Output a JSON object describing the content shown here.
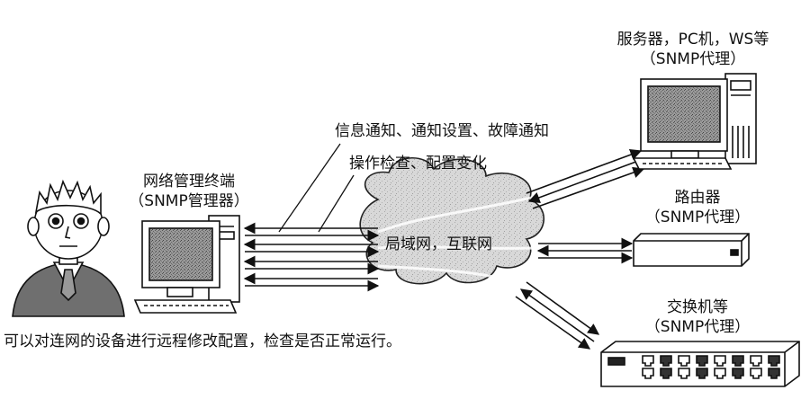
{
  "labels": {
    "server_name": "服务器，PC机，WS等",
    "server_agent": "（SNMP代理）",
    "terminal_name": "网络管理终端",
    "terminal_manager": "（SNMP管理器）",
    "router_name": "路由器",
    "router_agent": "（SNMP代理）",
    "switch_name": "交换机等",
    "switch_agent": "（SNMP代理）",
    "cloud_label": "局域网，互联网",
    "notify_label": "信息通知、通知设置、故障通知",
    "ops_label": "操作检查、配置变化",
    "caption": "可以对连网的设备进行远程修改配置，检查是否正常运行。"
  },
  "colors": {
    "line": "#111111",
    "screen": "#8a8a8a",
    "cloud": "#d6d6d6"
  }
}
